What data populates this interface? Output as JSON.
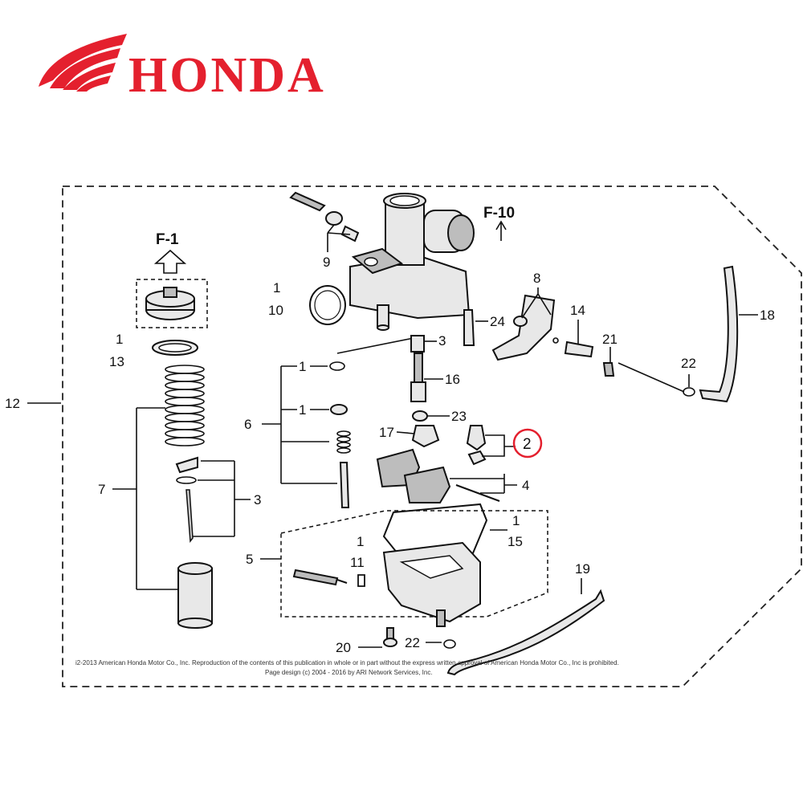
{
  "brand": {
    "name": "HONDA",
    "color": "#e4202e"
  },
  "references": {
    "f1": "F-1",
    "f10": "F-10"
  },
  "highlight": {
    "label": "2",
    "color": "#e4202e"
  },
  "callouts": {
    "c12": "12",
    "c1_13": "1",
    "c13": "13",
    "c7": "7",
    "c3_left": "3",
    "c1_10": "1",
    "c10": "10",
    "c9": "9",
    "c6": "6",
    "c1_a": "1",
    "c1_b": "1",
    "c3_jet": "3",
    "c16": "16",
    "c23": "23",
    "c17": "17",
    "c24": "24",
    "c8": "8",
    "c14": "14",
    "c21": "21",
    "c22_top": "22",
    "c18": "18",
    "c4": "4",
    "c1_15": "1",
    "c15": "15",
    "c1_11": "1",
    "c11": "11",
    "c5": "5",
    "c19": "19",
    "c20": "20",
    "c22_bottom": "22"
  },
  "copyright": {
    "line1": "i2-2013 American Honda Motor Co., Inc. Reproduction of the contents of this publication in whole or in part without the express written approval of American Honda Motor Co., Inc is prohibited.",
    "line2": "Page design (c) 2004 - 2016 by ARI Network Services, Inc."
  }
}
